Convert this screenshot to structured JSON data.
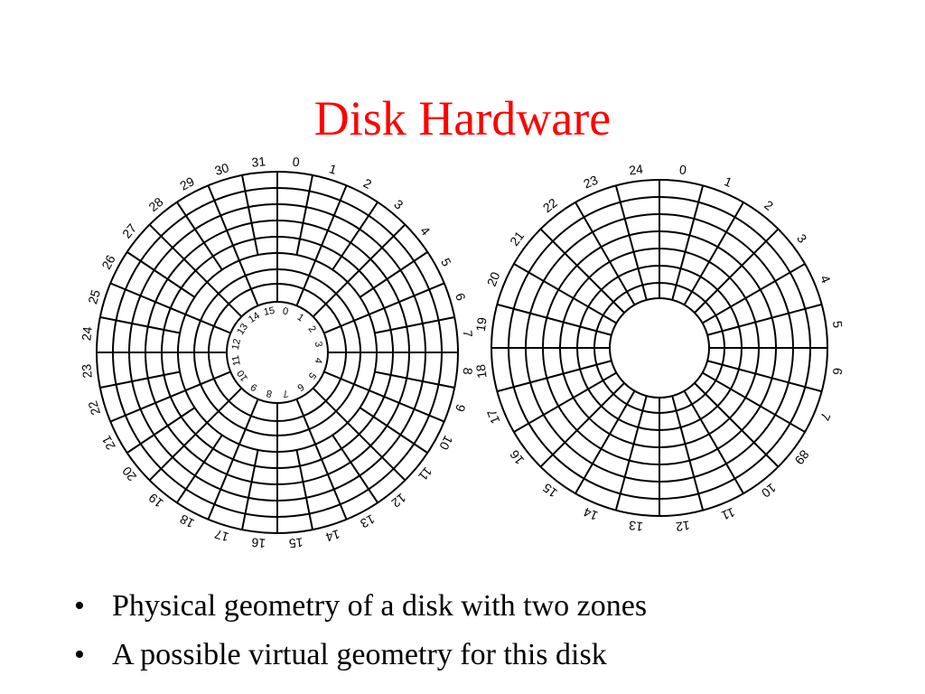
{
  "slide": {
    "title": "Disk Hardware",
    "title_color": "#ff0000",
    "bullet_glyph": "•",
    "bullets": [
      "Physical geometry of a disk with two zones",
      "A possible virtual geometry for this disk"
    ]
  },
  "physical_disk": {
    "outer_zone_sectors": [
      "0",
      "1",
      "2",
      "3",
      "4",
      "5",
      "6",
      "7",
      "8",
      "9",
      "10",
      "11",
      "12",
      "13",
      "14",
      "15",
      "16",
      "17",
      "18",
      "19",
      "20",
      "21",
      "22",
      "23",
      "24",
      "25",
      "26",
      "27",
      "28",
      "29",
      "30",
      "31"
    ],
    "inner_zone_sectors": [
      "0",
      "1",
      "2",
      "3",
      "4",
      "5",
      "6",
      "7",
      "8",
      "9",
      "10",
      "11",
      "12",
      "13",
      "14",
      "15"
    ]
  },
  "virtual_disk": {
    "sectors": [
      "0",
      "1",
      "2",
      "3",
      "4",
      "5",
      "6",
      "7",
      "89",
      "10",
      "11",
      "12",
      "13",
      "14",
      "15",
      "16",
      "17",
      "18",
      "19",
      "20",
      "21",
      "22",
      "23",
      "24"
    ]
  }
}
